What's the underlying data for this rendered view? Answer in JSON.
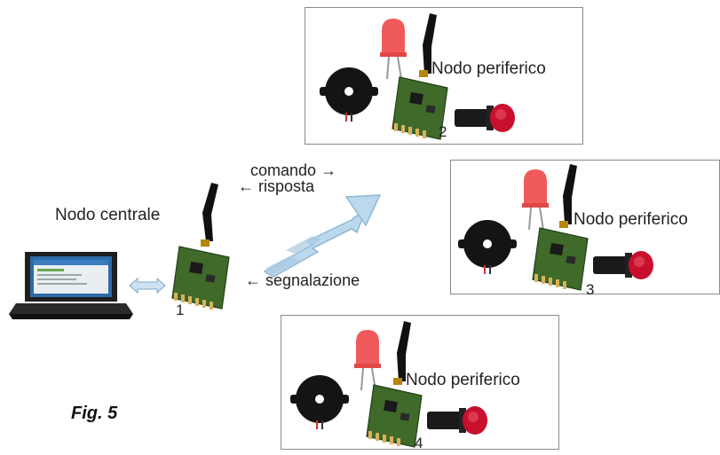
{
  "central": {
    "label": "Nodo centrale",
    "number": "1"
  },
  "messages": {
    "command": "comando →",
    "response": "← risposta",
    "signal": "← segnalazione"
  },
  "peripherals": [
    {
      "label": "Nodo periferico",
      "number": "2"
    },
    {
      "label": "Nodo periferico",
      "number": "3"
    },
    {
      "label": "Nodo periferico",
      "number": "4"
    }
  ],
  "caption": "Fig. 5",
  "colors": {
    "pcb": "#3f6a2a",
    "led": "#f05a5a",
    "button_cap": "#c8102e",
    "wireless_arrow": "#bcd8ec",
    "box_border": "#8a8a8a"
  }
}
